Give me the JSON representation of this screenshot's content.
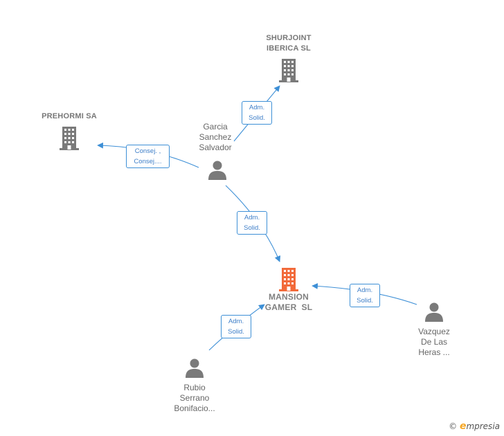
{
  "nodes": {
    "shurjoint": {
      "label_lines": [
        "SHURJOINT",
        "IBERICA SL"
      ],
      "type": "company"
    },
    "prehormi": {
      "label_lines": [
        "PREHORMI SA"
      ],
      "type": "company"
    },
    "mansion": {
      "label_lines": [
        "MANSION",
        "GAMER  SL"
      ],
      "type": "company-focus"
    },
    "garcia": {
      "label_lines": [
        "Garcia",
        "Sanchez",
        "Salvador"
      ],
      "type": "person"
    },
    "vazquez": {
      "label_lines": [
        "Vazquez",
        "De Las",
        "Heras ..."
      ],
      "type": "person"
    },
    "rubio": {
      "label_lines": [
        "Rubio",
        "Serrano",
        "Bonifacio..."
      ],
      "type": "person"
    }
  },
  "edges": {
    "garcia_shurjoint": {
      "label_lines": [
        "Adm.",
        "Solid."
      ]
    },
    "garcia_prehormi": {
      "label_lines": [
        "Consej. ,",
        "Consej...."
      ]
    },
    "garcia_mansion": {
      "label_lines": [
        "Adm.",
        "Solid."
      ]
    },
    "vazquez_mansion": {
      "label_lines": [
        "Adm.",
        "Solid."
      ]
    },
    "rubio_mansion": {
      "label_lines": [
        "Adm.",
        "Solid."
      ]
    }
  },
  "colors": {
    "edge": "#3d8fd6",
    "company_icon": "#7a7a7a",
    "focus_icon": "#f26a3a",
    "person_icon": "#7a7a7a"
  },
  "icons": {
    "company": "building-icon",
    "person": "person-icon"
  },
  "brand": {
    "copyright": "©",
    "e_letter": "e",
    "rest": "mpresia"
  }
}
